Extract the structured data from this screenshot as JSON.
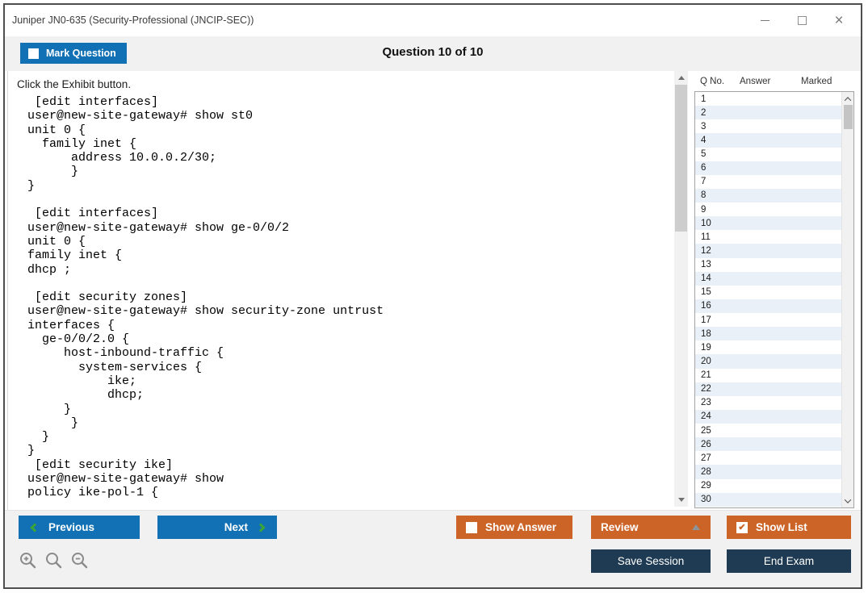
{
  "window": {
    "title": "Juniper JN0-635 (Security-Professional (JNCIP-SEC))"
  },
  "header": {
    "mark_question": "Mark Question",
    "question_counter": "Question 10 of 10"
  },
  "main": {
    "prompt": "Click the Exhibit button.",
    "exhibit_code": "  [edit interfaces]\n user@new-site-gateway# show st0\n unit 0 {\n   family inet {\n       address 10.0.0.2/30;\n       }\n }\n\n  [edit interfaces]\n user@new-site-gateway# show ge-0/0/2\n unit 0 {\n family inet {\n dhcp ;\n\n  [edit security zones]\n user@new-site-gateway# show security-zone untrust\n interfaces {\n   ge-0/0/2.0 {\n      host-inbound-traffic {\n        system-services {\n            ike;\n            dhcp;\n      }\n       }\n   }\n }\n  [edit security ike]\n user@new-site-gateway# show\n policy ike-pol-1 {"
  },
  "question_list": {
    "columns": {
      "q_no": "Q No.",
      "answer": "Answer",
      "marked": "Marked"
    },
    "rows": [
      {
        "q": "1",
        "answer": "",
        "marked": ""
      },
      {
        "q": "2",
        "answer": "",
        "marked": ""
      },
      {
        "q": "3",
        "answer": "",
        "marked": ""
      },
      {
        "q": "4",
        "answer": "",
        "marked": ""
      },
      {
        "q": "5",
        "answer": "",
        "marked": ""
      },
      {
        "q": "6",
        "answer": "",
        "marked": ""
      },
      {
        "q": "7",
        "answer": "",
        "marked": ""
      },
      {
        "q": "8",
        "answer": "",
        "marked": ""
      },
      {
        "q": "9",
        "answer": "",
        "marked": ""
      },
      {
        "q": "10",
        "answer": "",
        "marked": ""
      },
      {
        "q": "11",
        "answer": "",
        "marked": ""
      },
      {
        "q": "12",
        "answer": "",
        "marked": ""
      },
      {
        "q": "13",
        "answer": "",
        "marked": ""
      },
      {
        "q": "14",
        "answer": "",
        "marked": ""
      },
      {
        "q": "15",
        "answer": "",
        "marked": ""
      },
      {
        "q": "16",
        "answer": "",
        "marked": ""
      },
      {
        "q": "17",
        "answer": "",
        "marked": ""
      },
      {
        "q": "18",
        "answer": "",
        "marked": ""
      },
      {
        "q": "19",
        "answer": "",
        "marked": ""
      },
      {
        "q": "20",
        "answer": "",
        "marked": ""
      },
      {
        "q": "21",
        "answer": "",
        "marked": ""
      },
      {
        "q": "22",
        "answer": "",
        "marked": ""
      },
      {
        "q": "23",
        "answer": "",
        "marked": ""
      },
      {
        "q": "24",
        "answer": "",
        "marked": ""
      },
      {
        "q": "25",
        "answer": "",
        "marked": ""
      },
      {
        "q": "26",
        "answer": "",
        "marked": ""
      },
      {
        "q": "27",
        "answer": "",
        "marked": ""
      },
      {
        "q": "28",
        "answer": "",
        "marked": ""
      },
      {
        "q": "29",
        "answer": "",
        "marked": ""
      },
      {
        "q": "30",
        "answer": "",
        "marked": ""
      }
    ]
  },
  "footer": {
    "previous": "Previous",
    "next": "Next",
    "show_answer": "Show Answer",
    "review": "Review",
    "show_list": "Show List",
    "save_session": "Save Session",
    "end_exam": "End Exam",
    "show_answer_checked": false,
    "show_list_checked": true
  },
  "colors": {
    "primary_blue": "#1171B4",
    "accent_orange": "#CC6327",
    "dark_navy": "#1F3B53",
    "chevron_green": "#3AA339",
    "row_alt_blue": "#E9F0F7"
  }
}
